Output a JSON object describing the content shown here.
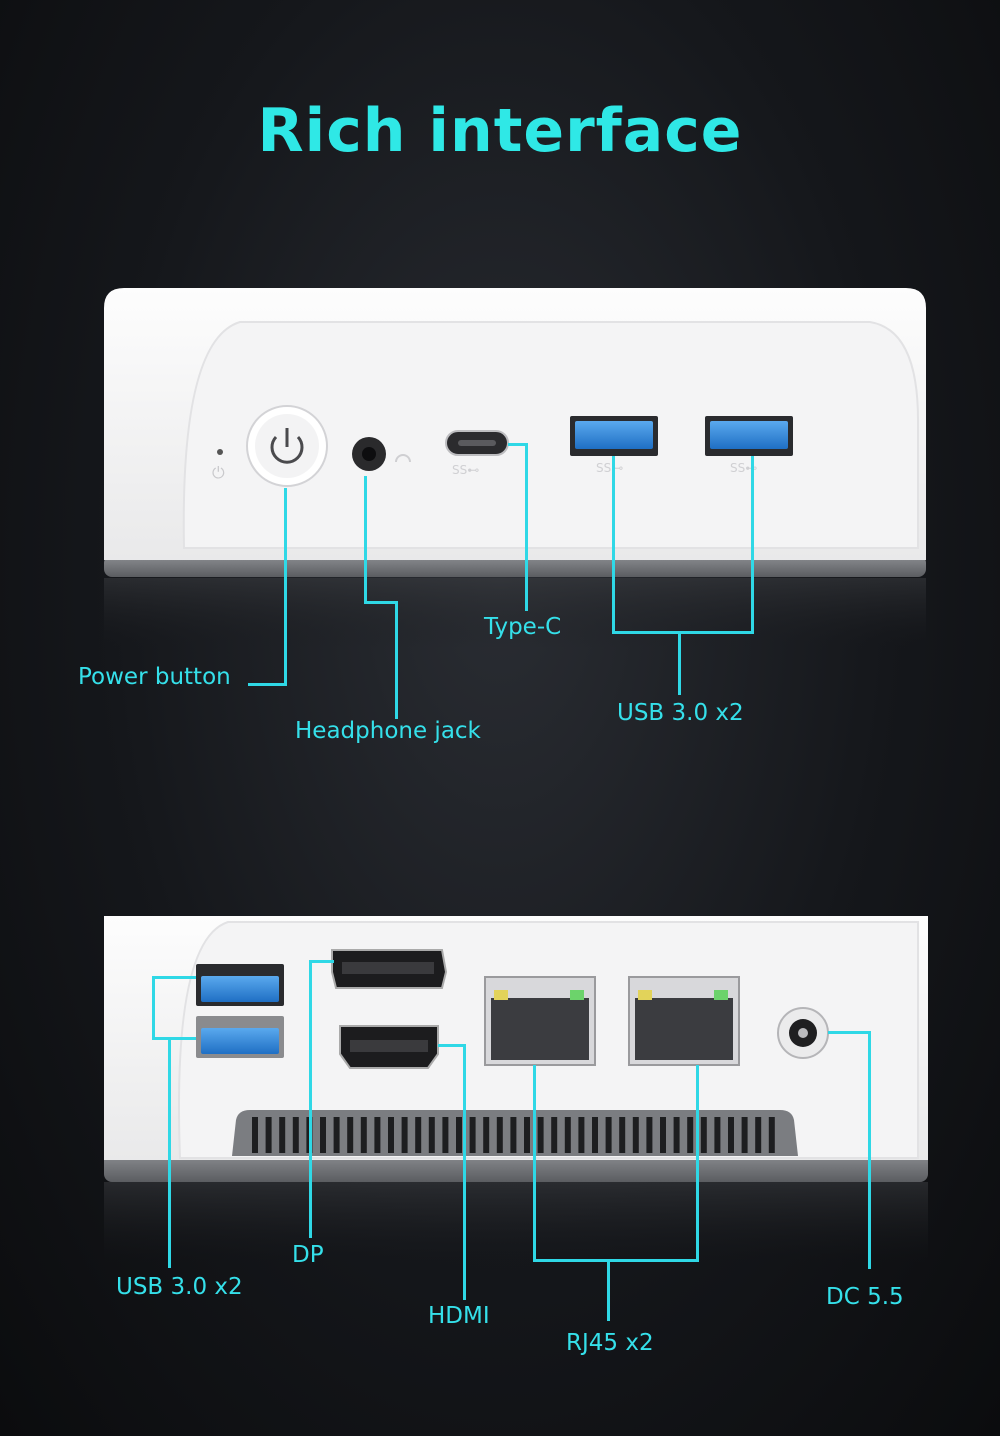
{
  "title": "Rich interface",
  "front": {
    "power_button": "Power button",
    "headphone_jack": "Headphone jack",
    "type_c": "Type-C",
    "usb": "USB 3.0 x2",
    "port_marks": {
      "typec": "SS⊷",
      "usb1": "SS⊷",
      "usb2": "SS⊷"
    }
  },
  "back": {
    "usb": "USB 3.0 x2",
    "dp": "DP",
    "hdmi": "HDMI",
    "rj45": "RJ45 x2",
    "dc": "DC 5.5"
  },
  "colors": {
    "accent": "#35e0ea",
    "body": "#ffffff",
    "usb_blue": "#2f84d8"
  }
}
